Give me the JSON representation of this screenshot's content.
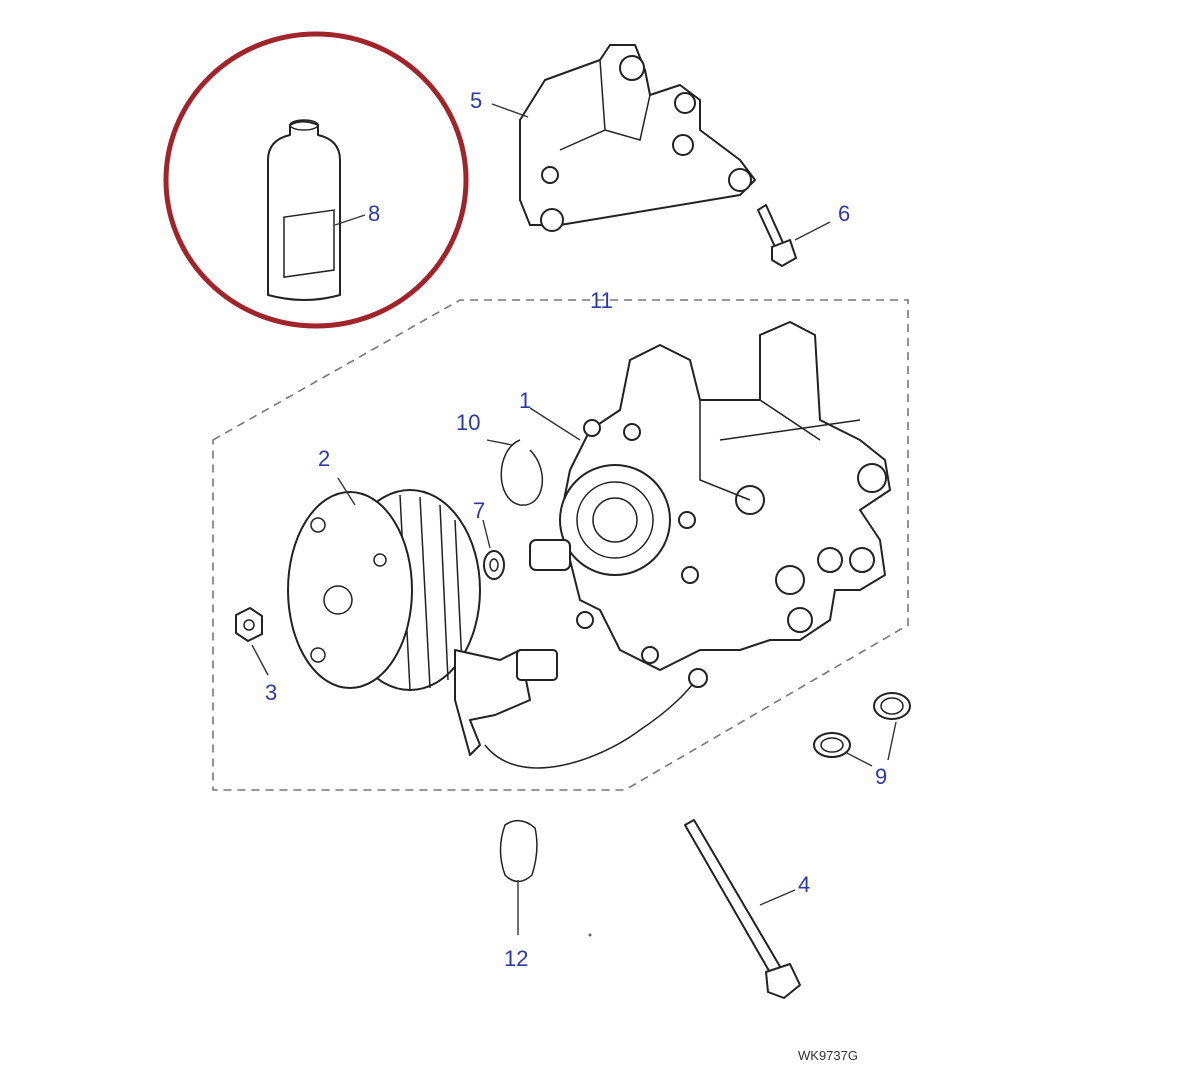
{
  "diagram": {
    "reference_code": "WK9737G",
    "highlight_color": "#a0242a",
    "callout_color": "#2a3aa6",
    "callouts": {
      "c1": "1",
      "c2": "2",
      "c3": "3",
      "c4": "4",
      "c5": "5",
      "c6": "6",
      "c7": "7",
      "c8": "8",
      "c9": "9",
      "c10": "10",
      "c11": "11",
      "c12": "12"
    }
  }
}
